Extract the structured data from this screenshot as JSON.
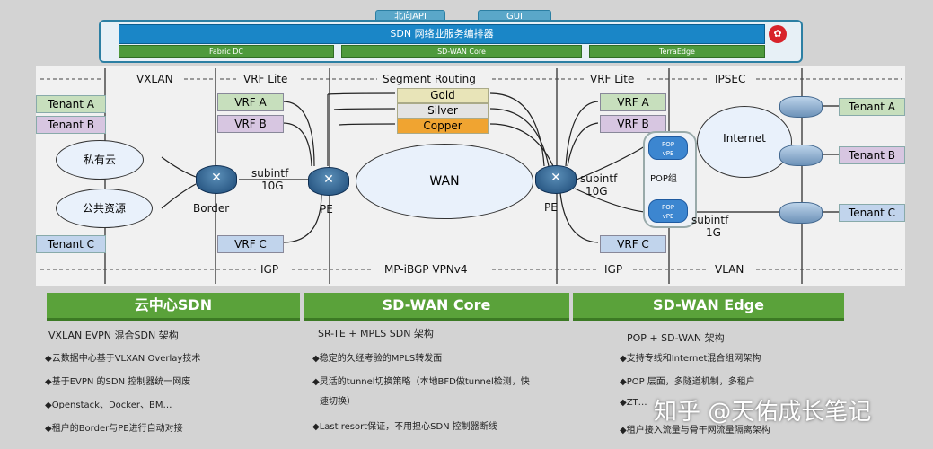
{
  "orchestrator": {
    "tab_north_api": "北向API",
    "tab_gui": "GUI",
    "title": "SDN 网络业服务编排器",
    "sub_fabric": "Fabric DC",
    "sub_sdwan_core": "SD-WAN Core",
    "sub_terraedge": "TerraEdge"
  },
  "labels": {
    "vxlan": "VXLAN",
    "vrf_lite_left": "VRF Lite",
    "segment_routing": "Segment Routing",
    "vrf_lite_right": "VRF Lite",
    "ipsec": "IPSEC",
    "igp_left": "IGP",
    "mp_ibgp": "MP-iBGP VPNv4",
    "igp_right": "IGP",
    "vlan": "VLAN"
  },
  "tiers": {
    "gold": "Gold",
    "silver": "Silver",
    "copper": "Copper"
  },
  "left": {
    "tenant_a": "Tenant A",
    "tenant_b": "Tenant B",
    "tenant_c": "Tenant C",
    "private_cloud": "私有云",
    "public_resource": "公共资源",
    "border": "Border",
    "vrf_a": "VRF A",
    "vrf_b": "VRF B",
    "vrf_c": "VRF C",
    "subintf": "subintf",
    "subintf_speed": "10G",
    "pe": "PE"
  },
  "center": {
    "wan": "WAN"
  },
  "right": {
    "pe": "PE",
    "subintf": "subintf",
    "subintf_speed": "10G",
    "vrf_a": "VRF A",
    "vrf_b": "VRF B",
    "vrf_c": "VRF C",
    "pop1": "POP\nvPE",
    "pop2": "POP\nvPE",
    "pop_group": "POP组",
    "internet": "Internet",
    "subintf2": "subintf",
    "subintf2_speed": "1G",
    "tenant_a": "Tenant A",
    "tenant_b": "Tenant B",
    "tenant_c": "Tenant C"
  },
  "sections": [
    {
      "title": "云中心SDN",
      "subtitle": "VXLAN EVPN 混合SDN 架构",
      "bullets": [
        "◆云数据中心基于VLXAN Overlay技术",
        "◆基于EVPN 的SDN 控制器统一网废",
        "◆Openstack、Docker、BM…",
        "◆租户的Border与PE进行自动对接"
      ]
    },
    {
      "title": "SD-WAN  Core",
      "subtitle": "SR-TE + MPLS SDN 架构",
      "bullets": [
        "◆稳定的久经考验的MPLS转发面",
        "◆灵活的tunnel切换策略（本地BFD做tunnel检测，快",
        "速切换）",
        "◆Last resort保证，不用担心SDN 控制器断线"
      ]
    },
    {
      "title": "SD-WAN Edge",
      "subtitle": "POP + SD-WAN 架构",
      "bullets": [
        "◆支持专线和Internet混合组网架构",
        "◆POP 层面，多隧道机制，多租户",
        "◆ZT…",
        "◆租户接入流量与骨干网流量隔离架构"
      ]
    }
  ],
  "watermark": "知乎 @天佑成长笔记",
  "colors": {
    "section_green": "#5aa23a",
    "orchestrator_blue": "#1a86c7"
  }
}
